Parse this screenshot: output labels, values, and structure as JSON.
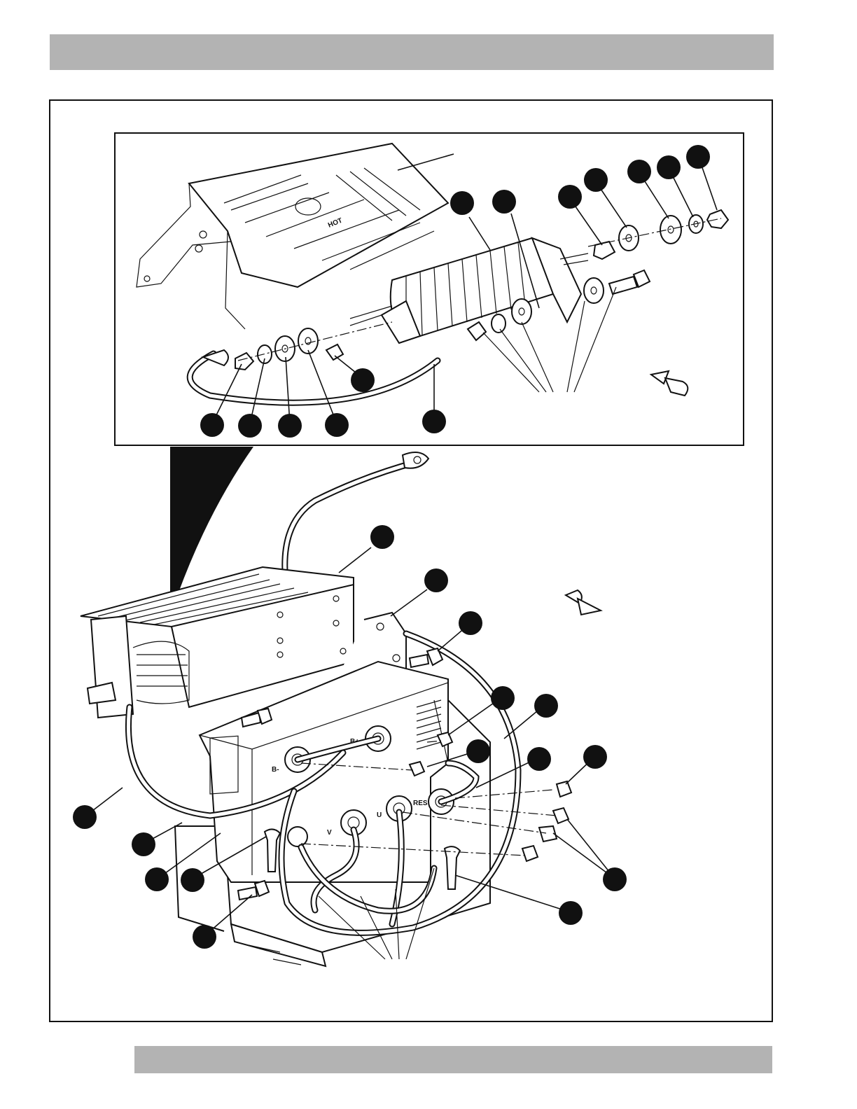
{
  "header": {
    "text": ""
  },
  "footer": {
    "text": ""
  },
  "diagram": {
    "terminal_labels": {
      "b_minus": "B-",
      "b_plus": "B+",
      "v": "V",
      "u": "U",
      "res": "RES"
    },
    "resistor_marking": "HOT",
    "callout_count": 30
  }
}
